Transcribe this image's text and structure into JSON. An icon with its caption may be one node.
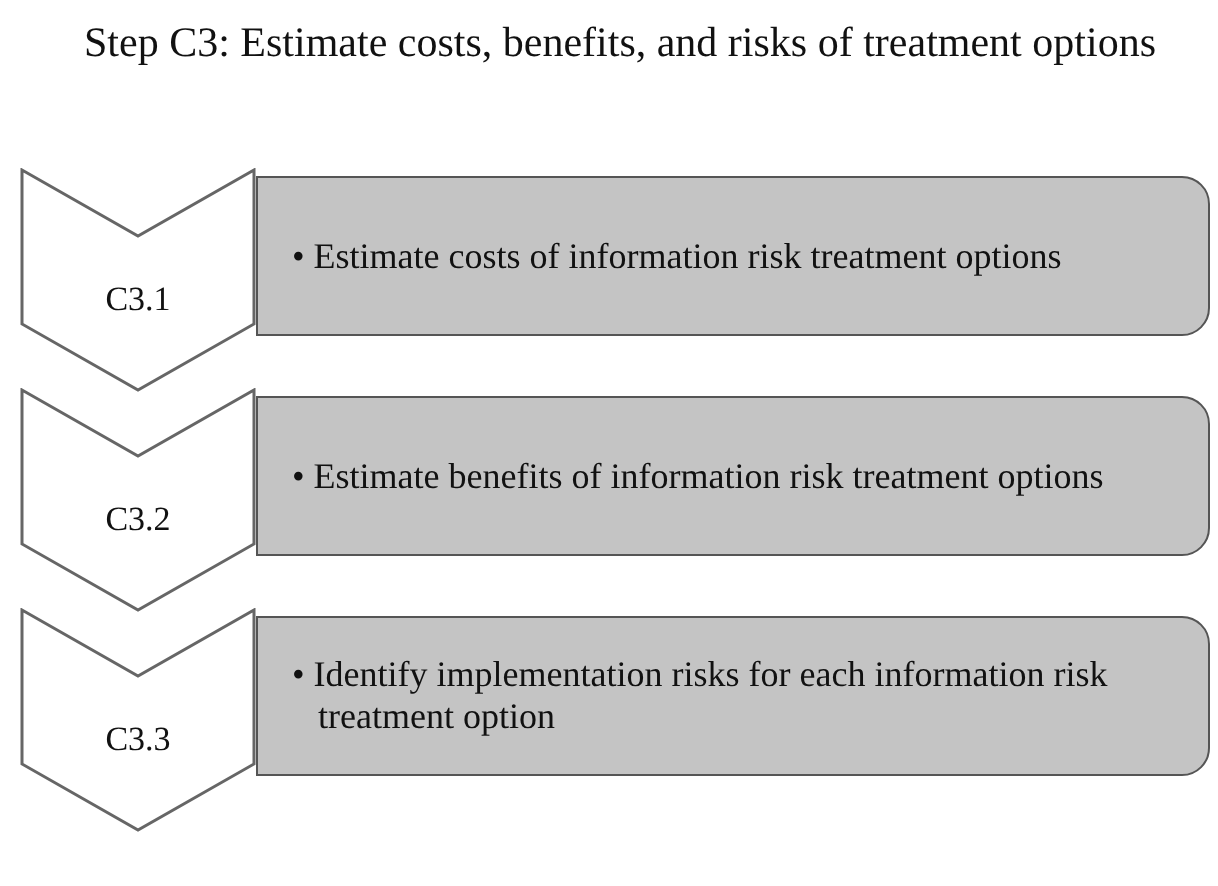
{
  "diagram": {
    "title": "Step C3: Estimate costs, benefits, and risks of treatment options",
    "nodes": [
      {
        "text": [
          "C3.1"
        ]
      },
      {
        "text": [
          "• Estimate costs of information risk treatment options"
        ]
      },
      {
        "text": [
          "C3.2"
        ]
      },
      {
        "text": [
          "• Estimate benefits of information risk treatment options"
        ]
      },
      {
        "text": [
          "C3.3"
        ]
      },
      {
        "text": [
          "• Identify implementation risks for each information risk treatment option"
        ]
      }
    ]
  }
}
